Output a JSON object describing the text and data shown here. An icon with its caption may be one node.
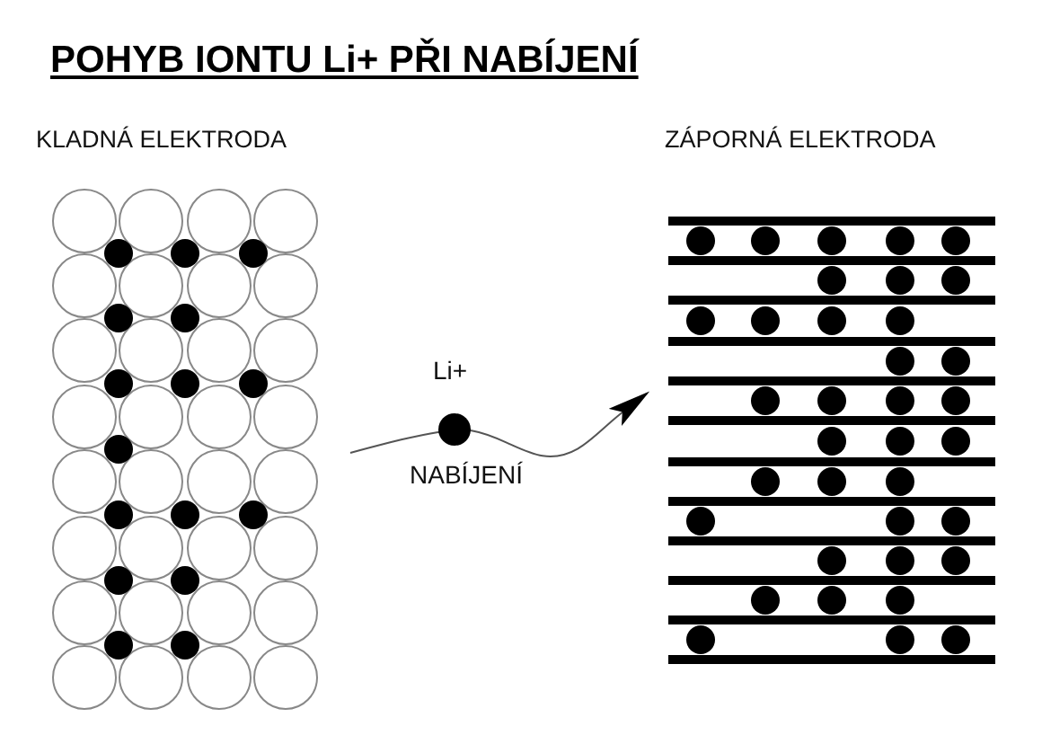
{
  "diagram": {
    "title": "POHYB IONTU Li+ PŘI NABÍJENÍ",
    "nodes": [
      {
        "text": [
          "KLADNÁ ELEKTRODA"
        ]
      },
      {
        "text": [
          "ZÁPORNÁ ELEKTRODA"
        ]
      }
    ],
    "edges": [
      {
        "from": 0,
        "to": 1,
        "arrow": "to",
        "label": "NABÍJENÍ"
      }
    ],
    "labels": [
      "Li+"
    ]
  }
}
